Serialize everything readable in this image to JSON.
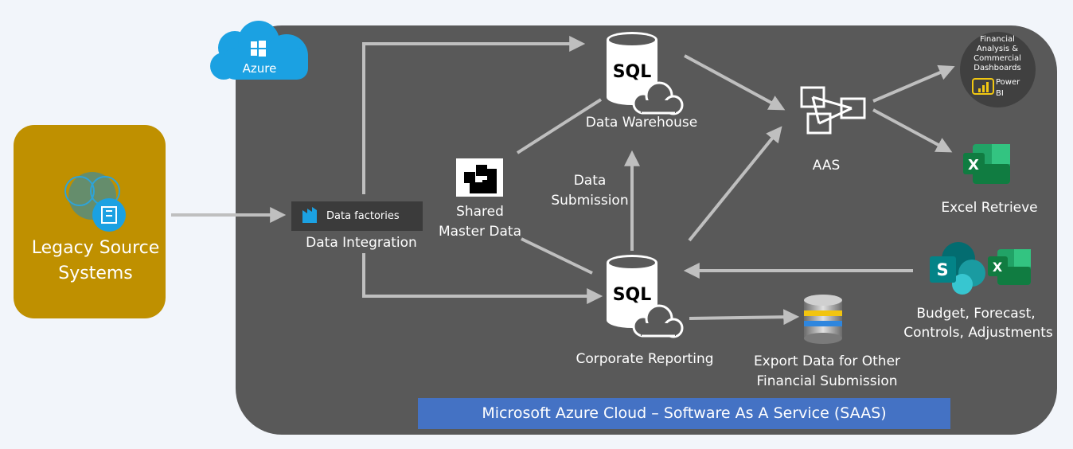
{
  "cloud_badge": {
    "label": "Azure"
  },
  "source": {
    "label_line1": "Legacy Source",
    "label_line2": "Systems"
  },
  "data_factory": {
    "badge_label": "Data factories",
    "caption": "Data Integration"
  },
  "shared_master": {
    "line1": "Shared",
    "line2": "Master Data"
  },
  "data_warehouse": {
    "db_text": "SQL",
    "caption": "Data Warehouse"
  },
  "corporate_reporting": {
    "db_text": "SQL",
    "caption": "Corporate Reporting"
  },
  "data_submission": {
    "line1": "Data",
    "line2": "Submission"
  },
  "aas": {
    "caption": "AAS"
  },
  "power_bi": {
    "title_line1": "Financial",
    "title_line2": "Analysis &",
    "title_line3": "Commercial",
    "title_line4": "Dashboards",
    "name_line1": "Power",
    "name_line2": "BI"
  },
  "excel_retrieve": {
    "caption": "Excel Retrieve",
    "icon_letter": "X"
  },
  "budget": {
    "line1": "Budget, Forecast,",
    "line2": "Controls, Adjustments",
    "sharepoint_letter": "S",
    "excel_letter": "X"
  },
  "export": {
    "line1": "Export Data for Other",
    "line2": "Financial Submission"
  },
  "banner": {
    "text": "Microsoft Azure Cloud – Software As A Service (SAAS)"
  },
  "colors": {
    "background": "#f2f5fa",
    "panel": "#595959",
    "legacy_box": "#bf9000",
    "arrow": "#bfbfbf",
    "azure_blue": "#1ba1e2",
    "banner": "#4472c4",
    "excel_green": "#107c41",
    "sharepoint_teal": "#038387"
  }
}
